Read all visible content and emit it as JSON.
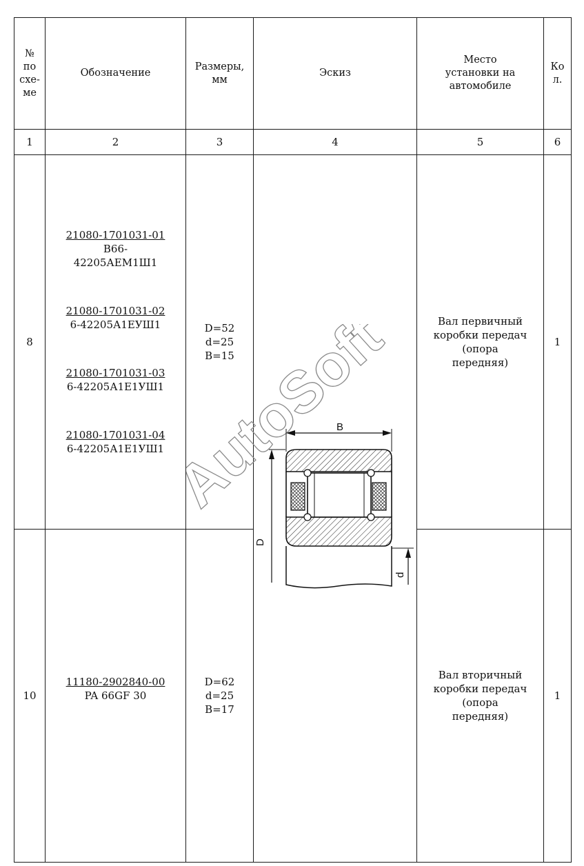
{
  "header": {
    "col1": [
      "№",
      "по",
      "схе-",
      "ме"
    ],
    "col2": "Обозначение",
    "col3": [
      "Размеры,",
      "мм"
    ],
    "col4": "Эскиз",
    "col5": [
      "Место",
      "установки на",
      "автомобиле"
    ],
    "col6": [
      "Ко",
      "л."
    ]
  },
  "column_numbers": [
    "1",
    "2",
    "3",
    "4",
    "5",
    "6"
  ],
  "rows": [
    {
      "scheme_no": "8",
      "designations": [
        {
          "part": "21080-1701031-01",
          "code": [
            "В66-",
            "42205АЕМ1Ш1"
          ]
        },
        {
          "part": "21080-1701031-02",
          "code": [
            "6-42205А1ЕУШ1"
          ]
        },
        {
          "part": "21080-1701031-03",
          "code": [
            "6-42205А1Е1УШ1"
          ]
        },
        {
          "part": "21080-1701031-04",
          "code": [
            "6-42205А1Е1УШ1"
          ]
        }
      ],
      "dimensions": [
        "D=52",
        "d=25",
        "B=15"
      ],
      "location": [
        "Вал первичный",
        "коробки передач",
        "(опора",
        "передняя)"
      ],
      "qty": "1"
    },
    {
      "scheme_no": "10",
      "designations": [
        {
          "part": "11180-2902840-00",
          "code": [
            "PA 66GF 30"
          ]
        }
      ],
      "dimensions": [
        "D=62",
        "d=25",
        "B=17"
      ],
      "location": [
        "Вал вторичный",
        "коробки передач",
        "(опора",
        "передняя)"
      ],
      "qty": "1"
    }
  ],
  "sketch": {
    "label_B": "B",
    "label_D": "D",
    "label_d": "d"
  },
  "watermark": "AutoSoft"
}
